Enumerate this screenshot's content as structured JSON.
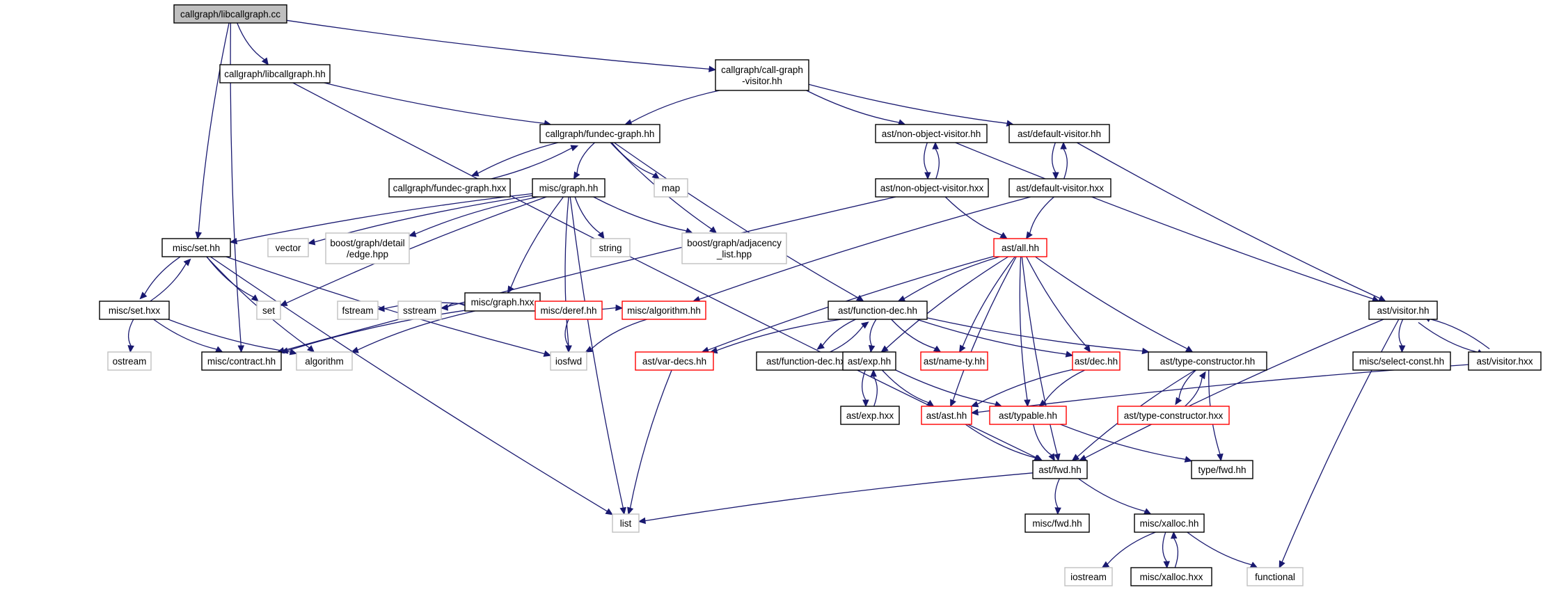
{
  "graph": {
    "colors": {
      "edge": "#191970",
      "border_default": "#000000",
      "border_missing": "#c0c0c0",
      "border_incomplete": "#ff0000",
      "fill_root": "#bfbfbf",
      "fill_default": "#ffffff"
    },
    "nodes": [
      {
        "id": "cc",
        "label": [
          "callgraph/libcallgraph.cc"
        ],
        "kind": "root"
      },
      {
        "id": "cghh",
        "label": [
          "callgraph/libcallgraph.hh"
        ],
        "kind": "normal"
      },
      {
        "id": "cgv",
        "label": [
          "callgraph/call-graph",
          "-visitor.hh"
        ],
        "kind": "normal"
      },
      {
        "id": "fdg",
        "label": [
          "callgraph/fundec-graph.hh"
        ],
        "kind": "normal"
      },
      {
        "id": "nov",
        "label": [
          "ast/non-object-visitor.hh"
        ],
        "kind": "normal"
      },
      {
        "id": "dv",
        "label": [
          "ast/default-visitor.hh"
        ],
        "kind": "normal"
      },
      {
        "id": "fdgx",
        "label": [
          "callgraph/fundec-graph.hxx"
        ],
        "kind": "normal"
      },
      {
        "id": "ghh",
        "label": [
          "misc/graph.hh"
        ],
        "kind": "normal"
      },
      {
        "id": "map",
        "label": [
          "map"
        ],
        "kind": "missing"
      },
      {
        "id": "novx",
        "label": [
          "ast/non-object-visitor.hxx"
        ],
        "kind": "normal"
      },
      {
        "id": "dvx",
        "label": [
          "ast/default-visitor.hxx"
        ],
        "kind": "normal"
      },
      {
        "id": "seth",
        "label": [
          "misc/set.hh"
        ],
        "kind": "normal"
      },
      {
        "id": "vector",
        "label": [
          "vector"
        ],
        "kind": "missing"
      },
      {
        "id": "edge",
        "label": [
          "boost/graph/detail",
          "/edge.hpp"
        ],
        "kind": "missing"
      },
      {
        "id": "string",
        "label": [
          "string"
        ],
        "kind": "missing"
      },
      {
        "id": "adj",
        "label": [
          "boost/graph/adjacency",
          "_list.hpp"
        ],
        "kind": "missing"
      },
      {
        "id": "all",
        "label": [
          "ast/all.hh"
        ],
        "kind": "incomplete"
      },
      {
        "id": "vis",
        "label": [
          "ast/visitor.hh"
        ],
        "kind": "normal"
      },
      {
        "id": "gx",
        "label": [
          "misc/graph.hxx"
        ],
        "kind": "normal"
      },
      {
        "id": "setx",
        "label": [
          "misc/set.hxx"
        ],
        "kind": "normal"
      },
      {
        "id": "set",
        "label": [
          "set"
        ],
        "kind": "missing"
      },
      {
        "id": "fstream",
        "label": [
          "fstream"
        ],
        "kind": "missing"
      },
      {
        "id": "sstream",
        "label": [
          "sstream"
        ],
        "kind": "missing"
      },
      {
        "id": "deref",
        "label": [
          "misc/deref.hh"
        ],
        "kind": "incomplete"
      },
      {
        "id": "algo",
        "label": [
          "misc/algorithm.hh"
        ],
        "kind": "incomplete"
      },
      {
        "id": "fdh",
        "label": [
          "ast/function-dec.hh"
        ],
        "kind": "normal"
      },
      {
        "id": "ostream",
        "label": [
          "ostream"
        ],
        "kind": "missing"
      },
      {
        "id": "contract",
        "label": [
          "misc/contract.hh"
        ],
        "kind": "normal"
      },
      {
        "id": "algorithm",
        "label": [
          "algorithm"
        ],
        "kind": "missing"
      },
      {
        "id": "iosfwd",
        "label": [
          "iosfwd"
        ],
        "kind": "missing"
      },
      {
        "id": "vdh",
        "label": [
          "ast/var-decs.hh"
        ],
        "kind": "incomplete"
      },
      {
        "id": "fdx",
        "label": [
          "ast/function-dec.hxx"
        ],
        "kind": "normal"
      },
      {
        "id": "exph",
        "label": [
          "ast/exp.hh"
        ],
        "kind": "normal"
      },
      {
        "id": "namety",
        "label": [
          "ast/name-ty.hh"
        ],
        "kind": "incomplete"
      },
      {
        "id": "dech",
        "label": [
          "ast/dec.hh"
        ],
        "kind": "incomplete"
      },
      {
        "id": "tch",
        "label": [
          "ast/type-constructor.hh"
        ],
        "kind": "normal"
      },
      {
        "id": "selc",
        "label": [
          "misc/select-const.hh"
        ],
        "kind": "normal"
      },
      {
        "id": "visx",
        "label": [
          "ast/visitor.hxx"
        ],
        "kind": "normal"
      },
      {
        "id": "expx",
        "label": [
          "ast/exp.hxx"
        ],
        "kind": "normal"
      },
      {
        "id": "asth",
        "label": [
          "ast/ast.hh"
        ],
        "kind": "incomplete"
      },
      {
        "id": "typ",
        "label": [
          "ast/typable.hh"
        ],
        "kind": "incomplete"
      },
      {
        "id": "tcx",
        "label": [
          "ast/type-constructor.hxx"
        ],
        "kind": "incomplete"
      },
      {
        "id": "fwd",
        "label": [
          "ast/fwd.hh"
        ],
        "kind": "normal"
      },
      {
        "id": "tfwd",
        "label": [
          "type/fwd.hh"
        ],
        "kind": "normal"
      },
      {
        "id": "list",
        "label": [
          "list"
        ],
        "kind": "missing"
      },
      {
        "id": "mfwd",
        "label": [
          "misc/fwd.hh"
        ],
        "kind": "normal"
      },
      {
        "id": "xal",
        "label": [
          "misc/xalloc.hh"
        ],
        "kind": "normal"
      },
      {
        "id": "iostream",
        "label": [
          "iostream"
        ],
        "kind": "missing"
      },
      {
        "id": "xalx",
        "label": [
          "misc/xalloc.hxx"
        ],
        "kind": "normal"
      },
      {
        "id": "functional",
        "label": [
          "functional"
        ],
        "kind": "missing"
      }
    ],
    "edges": [
      [
        "cc",
        "cghh"
      ],
      [
        "cc",
        "cgv"
      ],
      [
        "cc",
        "seth"
      ],
      [
        "cc",
        "contract"
      ],
      [
        "cghh",
        "fdg"
      ],
      [
        "cghh",
        "fwd"
      ],
      [
        "cgv",
        "fdg"
      ],
      [
        "cgv",
        "nov"
      ],
      [
        "cgv",
        "dv"
      ],
      [
        "fdg",
        "fdgx"
      ],
      [
        "fdgx",
        "fdg"
      ],
      [
        "fdg",
        "ghh"
      ],
      [
        "fdg",
        "map"
      ],
      [
        "fdg",
        "adj"
      ],
      [
        "fdg",
        "fdh"
      ],
      [
        "nov",
        "novx"
      ],
      [
        "novx",
        "nov"
      ],
      [
        "nov",
        "vis"
      ],
      [
        "dv",
        "dvx"
      ],
      [
        "dvx",
        "dv"
      ],
      [
        "dv",
        "vis"
      ],
      [
        "novx",
        "all"
      ],
      [
        "novx",
        "contract"
      ],
      [
        "dvx",
        "all"
      ],
      [
        "dvx",
        "algo"
      ],
      [
        "ghh",
        "seth"
      ],
      [
        "ghh",
        "vector"
      ],
      [
        "ghh",
        "edge"
      ],
      [
        "ghh",
        "string"
      ],
      [
        "ghh",
        "adj"
      ],
      [
        "ghh",
        "gx"
      ],
      [
        "ghh",
        "set"
      ],
      [
        "ghh",
        "iosfwd"
      ],
      [
        "ghh",
        "list"
      ],
      [
        "seth",
        "setx"
      ],
      [
        "setx",
        "seth"
      ],
      [
        "seth",
        "set"
      ],
      [
        "seth",
        "algorithm"
      ],
      [
        "seth",
        "iosfwd"
      ],
      [
        "seth",
        "list"
      ],
      [
        "setx",
        "ostream"
      ],
      [
        "setx",
        "contract"
      ],
      [
        "setx",
        "algorithm"
      ],
      [
        "gx",
        "contract"
      ],
      [
        "gx",
        "fstream"
      ],
      [
        "gx",
        "sstream"
      ],
      [
        "gx",
        "deref"
      ],
      [
        "gx",
        "algo"
      ],
      [
        "gx",
        "algorithm"
      ],
      [
        "deref",
        "iosfwd"
      ],
      [
        "algo",
        "iosfwd"
      ],
      [
        "all",
        "fdh"
      ],
      [
        "all",
        "vdh"
      ],
      [
        "all",
        "exph"
      ],
      [
        "all",
        "namety"
      ],
      [
        "all",
        "dech"
      ],
      [
        "all",
        "tch"
      ],
      [
        "all",
        "asth"
      ],
      [
        "all",
        "typ"
      ],
      [
        "all",
        "fwd"
      ],
      [
        "fdh",
        "fdx"
      ],
      [
        "fdx",
        "fdh"
      ],
      [
        "fdh",
        "vdh"
      ],
      [
        "fdh",
        "exph"
      ],
      [
        "fdh",
        "namety"
      ],
      [
        "fdh",
        "dech"
      ],
      [
        "fdh",
        "tch"
      ],
      [
        "vdh",
        "list"
      ],
      [
        "exph",
        "expx"
      ],
      [
        "expx",
        "exph"
      ],
      [
        "exph",
        "asth"
      ],
      [
        "exph",
        "typ"
      ],
      [
        "dech",
        "asth"
      ],
      [
        "dech",
        "typ"
      ],
      [
        "tch",
        "tcx"
      ],
      [
        "tcx",
        "tch"
      ],
      [
        "tch",
        "fwd"
      ],
      [
        "tch",
        "tfwd"
      ],
      [
        "vis",
        "selc"
      ],
      [
        "vis",
        "visx"
      ],
      [
        "visx",
        "vis"
      ],
      [
        "vis",
        "functional"
      ],
      [
        "vis",
        "fwd"
      ],
      [
        "visx",
        "asth"
      ],
      [
        "asth",
        "fwd"
      ],
      [
        "typ",
        "fwd"
      ],
      [
        "typ",
        "tfwd"
      ],
      [
        "fwd",
        "list"
      ],
      [
        "fwd",
        "mfwd"
      ],
      [
        "fwd",
        "xal"
      ],
      [
        "xal",
        "iostream"
      ],
      [
        "xal",
        "xalx"
      ],
      [
        "xalx",
        "xal"
      ],
      [
        "xal",
        "functional"
      ]
    ]
  }
}
